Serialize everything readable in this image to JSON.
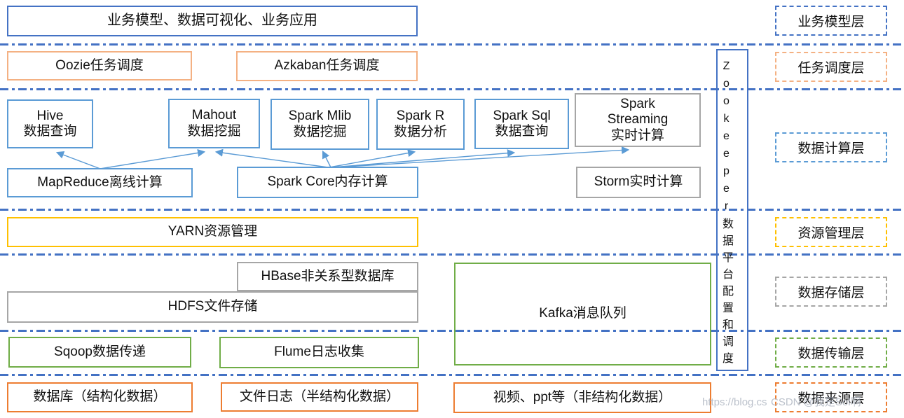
{
  "boxes": {
    "business_app": "业务模型、数据可视化、业务应用",
    "oozie": "Oozie任务调度",
    "azkaban": "Azkaban任务调度",
    "hive": "Hive\n数据查询",
    "mahout": "Mahout\n数据挖掘",
    "spark_mlib": "Spark Mlib\n数据挖掘",
    "spark_r": "Spark R\n数据分析",
    "spark_sql": "Spark Sql\n数据查询",
    "spark_streaming": "Spark\nStreaming\n实时计算",
    "mapreduce": "MapReduce离线计算",
    "spark_core": "Spark Core内存计算",
    "storm": "Storm实时计算",
    "yarn": "YARN资源管理",
    "hbase": "HBase非关系型数据库",
    "hdfs": "HDFS文件存储",
    "kafka": "Kafka消息队列",
    "sqoop": "Sqoop数据传递",
    "flume": "Flume日志收集",
    "source_database": "数据库（结构化数据）",
    "source_filelog": "文件日志（半结构化数据）",
    "source_video": "视频、ppt等（非结构化数据）",
    "zookeeper": "Zookeeper数据平台配置和调度"
  },
  "layer_labels": {
    "business_model": "业务模型层",
    "task_scheduling": "任务调度层",
    "data_computing": "数据计算层",
    "resource_management": "资源管理层",
    "data_storage": "数据存储层",
    "data_transmission": "数据传输层",
    "data_source": "数据来源层"
  },
  "arrows": [
    {
      "from": "mapreduce",
      "to": "hive"
    },
    {
      "from": "mapreduce",
      "to": "mahout"
    },
    {
      "from": "spark_core",
      "to": "mahout"
    },
    {
      "from": "spark_core",
      "to": "spark_mlib"
    },
    {
      "from": "spark_core",
      "to": "spark_r"
    },
    {
      "from": "spark_core",
      "to": "spark_sql"
    },
    {
      "from": "spark_core",
      "to": "spark_streaming"
    }
  ],
  "colors": {
    "dark_blue": "#4472C4",
    "light_blue": "#5B9BD5",
    "peach": "#F4B183",
    "gray": "#A6A6A6",
    "gold": "#FFC000",
    "green": "#70AD47",
    "orange": "#ED7D31",
    "arrow": "#5B9BD5"
  },
  "watermark": {
    "line1": "https://blog.cs",
    "line2": "CSDN @我是Sol啊"
  }
}
